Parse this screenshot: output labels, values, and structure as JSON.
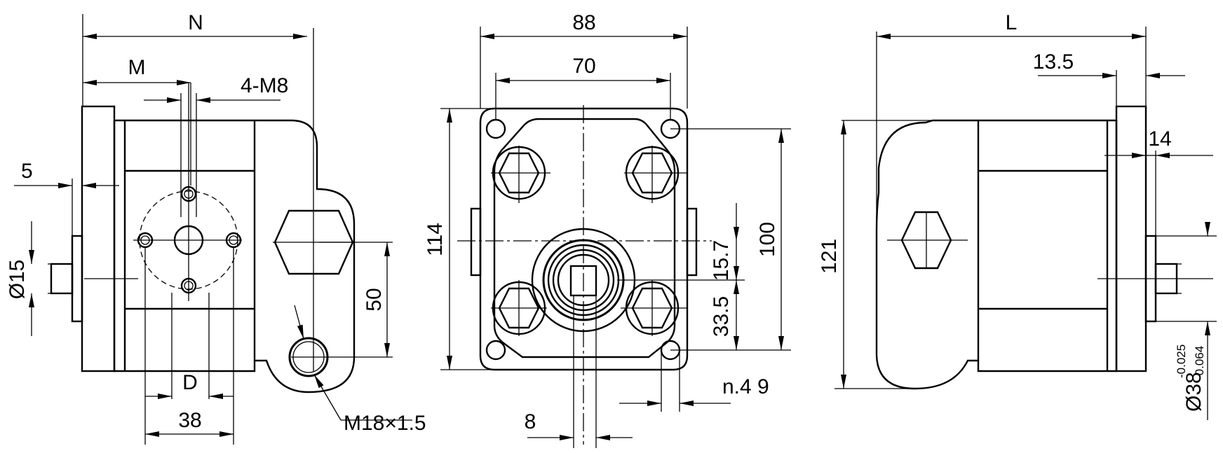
{
  "labels": {
    "N": "N",
    "M": "M",
    "four_m8": "4-M8",
    "five": "5",
    "d15": "Ø15",
    "D": "D",
    "thirty_eight": "38",
    "fifty": "50",
    "m18": "M18×1.5",
    "eighty_eight": "88",
    "seventy": "70",
    "one_fourteen": "114",
    "fifteen_seven": "15.7",
    "hundred": "100",
    "thirty_three_five": "33.5",
    "n49": "n.4 9",
    "eight": "8",
    "L": "L",
    "thirteen_five": "13.5",
    "fourteen": "14",
    "one_twentyone": "121",
    "d38": "Ø38",
    "tol_upper": "-0.025",
    "tol_lower": "-0.064"
  }
}
